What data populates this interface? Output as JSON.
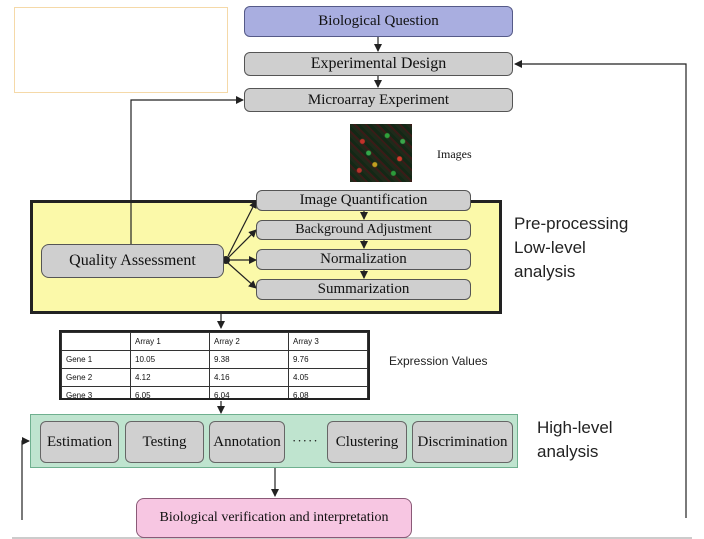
{
  "nodes": {
    "biological_question": "Biological Question",
    "experimental_design": "Experimental Design",
    "microarray_experiment": "Microarray Experiment",
    "images_label": "Images",
    "image_quantification": "Image Quantification",
    "background_adjustment": "Background Adjustment",
    "normalization": "Normalization",
    "summarization": "Summarization",
    "quality_assessment": "Quality Assessment",
    "preprocessing_label_1": "Pre-processing",
    "preprocessing_label_2": "Low-level",
    "preprocessing_label_3": "analysis",
    "expression_values_label": "Expression Values",
    "highlevel_label_1": "High-level",
    "highlevel_label_2": "analysis",
    "estimation": "Estimation",
    "testing": "Testing",
    "annotation": "Annotation",
    "ellipsis": "·····",
    "clustering": "Clustering",
    "discrimination": "Discrimination",
    "biological_verification": "Biological verification and interpretation"
  },
  "table": {
    "header": [
      "",
      "Array 1",
      "Array 2",
      "Array 3"
    ],
    "rows": [
      [
        "Gene 1",
        "10.05",
        "9.38",
        "9.76"
      ],
      [
        "Gene 2",
        "4.12",
        "4.16",
        "4.05"
      ],
      [
        "Gene 3",
        "6.05",
        "6.04",
        "6.08"
      ]
    ]
  },
  "colors": {
    "question_box": "#a9aee0",
    "process_box": "#cfcfcf",
    "preprocessing_panel": "#fbf9a9",
    "highlevel_panel": "#bfe4cf",
    "verification_box": "#f7c6e2"
  }
}
